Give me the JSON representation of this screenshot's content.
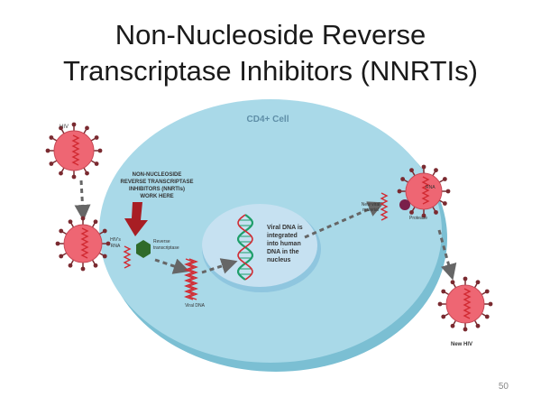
{
  "slide": {
    "title_line1": "Non-Nucleoside Reverse",
    "title_line2": "Transcriptase Inhibitors (NNRTIs)",
    "page_number": "50"
  },
  "diagram": {
    "cell_label": "CD4+ Cell",
    "hiv_label": "HIV",
    "nnrti_label_lines": [
      "NON-NUCLEOSIDE",
      "REVERSE TRANSCRIPTASE",
      "INHIBITORS (NNRTIs)",
      "WORK HERE"
    ],
    "hiv_rna_label_lines": [
      "HIV's",
      "RNA"
    ],
    "reverse_transcriptase_label_lines": [
      "Reverse",
      "transcriptase"
    ],
    "viral_dna_label": "Viral DNA",
    "nucleus_text_lines": [
      "Viral DNA is",
      "integrated",
      "into human",
      "DNA in the",
      "nucleus"
    ],
    "new_viral_material_lines": [
      "New viral",
      "material"
    ],
    "rna_label": "RNA",
    "protease_label": "Protease",
    "new_hiv_label": "New HIV"
  },
  "colors": {
    "cell": "#a9d9e8",
    "cell_edge": "#7bbfd3",
    "nucleus": "#c6e1f1",
    "virus": "#ee6673",
    "virus_spike": "#7a2a30",
    "rna": "#d22a32",
    "dna_green": "#1f9f6a",
    "nnrti_hex": "#2f6b2a",
    "inhibitor_arrow": "#a81e24",
    "arrow": "#666666",
    "protease": "#7a1f4a"
  }
}
